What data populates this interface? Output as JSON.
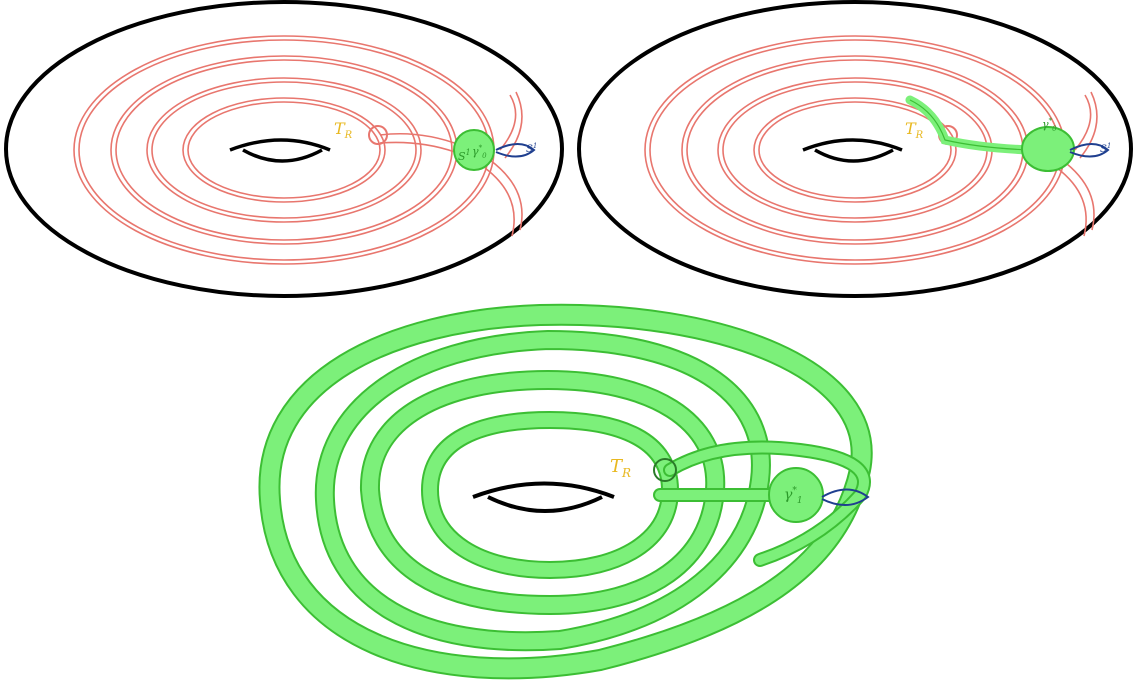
{
  "colors": {
    "outline": "#000000",
    "tube_red": "#e8766e",
    "fill_green": "#7cf07a",
    "edge_green": "#3cbe34",
    "label_yellow": "#e8b820",
    "loop_blue": "#1f3f8f",
    "label_green": "#2c9a2a"
  },
  "panels": {
    "top_left": {
      "TR_label": "T",
      "TR_sub": "R",
      "sphere_label": "S",
      "sphere_sup": "1",
      "gamma_label": "γ",
      "gamma_sub": "0",
      "gamma_sup": "*",
      "loop_label": "S",
      "loop_sup": "1"
    },
    "top_right": {
      "TR_label": "T",
      "TR_sub": "R",
      "gamma_label": "γ",
      "gamma_sub": "0",
      "gamma_sup": "*",
      "loop_label": "S",
      "loop_sup": "1"
    },
    "bottom": {
      "TR_label": "T",
      "TR_sub": "R",
      "gamma_label": "γ",
      "gamma_sub": "1",
      "gamma_sup": "*"
    }
  }
}
